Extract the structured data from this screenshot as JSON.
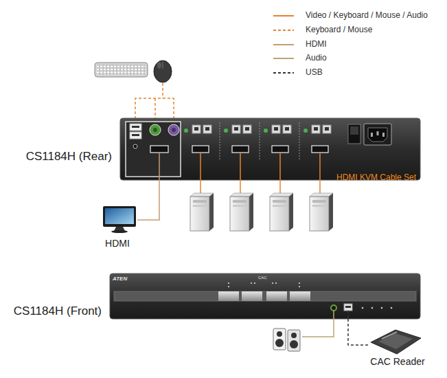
{
  "diagram": {
    "nodes": [
      {
        "text": [
          "CS1184H (Rear)"
        ]
      },
      {
        "text": [
          "HDMI"
        ]
      },
      {
        "text": [
          "CS1184H (Front)",
          "ATEN"
        ]
      },
      {
        "text": [
          "CAC Reader"
        ]
      }
    ],
    "edges": [
      {
        "from": 0,
        "to": 1,
        "arrow": "none"
      },
      {
        "from": 2,
        "to": 3,
        "arrow": "none"
      }
    ],
    "labels": [
      "HDMI KVM Cable Set",
      "CAC"
    ],
    "legend": [
      {
        "text": "Video / Keyboard / Mouse / Audio"
      },
      {
        "text": "Keyboard / Mouse"
      },
      {
        "text": "HDMI"
      },
      {
        "text": "Audio"
      },
      {
        "text": "USB"
      }
    ]
  }
}
